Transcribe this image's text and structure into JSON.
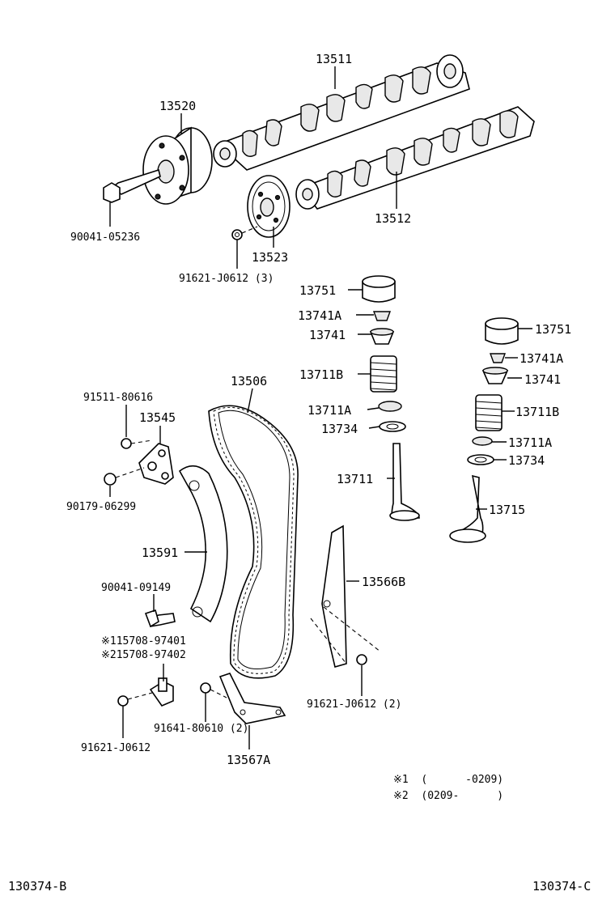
{
  "labels": {
    "p13511": "13511",
    "p13520": "13520",
    "p90041_05236": "90041-05236",
    "p13512": "13512",
    "p13523": "13523",
    "p91621_J0612_3": "91621-J0612 (3)",
    "p13751_left": "13751",
    "p13741A_left": "13741A",
    "p13741_left": "13741",
    "p13711B_left": "13711B",
    "p13711A_left": "13711A",
    "p13734_left": "13734",
    "p13711": "13711",
    "p13751_right": "13751",
    "p13741A_right": "13741A",
    "p13741_right": "13741",
    "p13711B_right": "13711B",
    "p13711A_right": "13711A",
    "p13734_right": "13734",
    "p13715": "13715",
    "p13506": "13506",
    "p91511_80616": "91511-80616",
    "p13545": "13545",
    "p90179_06299": "90179-06299",
    "p13591": "13591",
    "p90041_09149": "90041-09149",
    "p115708_97401": "※115708-97401",
    "p215708_97402": "※215708-97402",
    "p91621_J0612": "91621-J0612",
    "p91641_80610_2": "91641-80610 (2)",
    "p13567A": "13567A",
    "p13566B": "13566B",
    "p91621_J0612_2": "91621-J0612 (2)"
  },
  "notes": {
    "note1": "※1  (      -0209)",
    "note2": "※2  (0209-      )"
  },
  "footer": {
    "left_code": "130374-B",
    "right_code": "130374-C"
  }
}
